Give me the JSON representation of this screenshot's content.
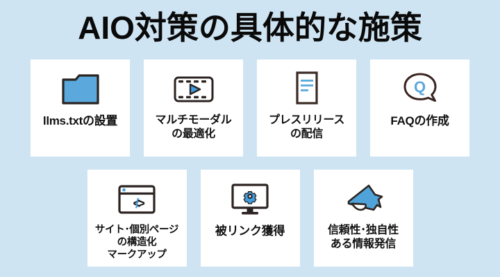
{
  "slide": {
    "title": "AIO対策の具体的な施策",
    "background_color": "#cfe4f2",
    "card_color": "#ffffff",
    "accent_color": "#5aa8dc",
    "outline_color": "#2b2320"
  },
  "rows": [
    {
      "cards": [
        {
          "icon": "folder-icon",
          "label": "llms.txtの設置"
        },
        {
          "icon": "film-play-icon",
          "label": "マルチモーダル\nの最適化"
        },
        {
          "icon": "document-lines-icon",
          "label": "プレスリリース\nの配信"
        },
        {
          "icon": "speech-bubble-q-icon",
          "label": "FAQの作成"
        }
      ]
    },
    {
      "cards": [
        {
          "icon": "browser-code-icon",
          "label": "サイト･個別ページ\nの構造化\nマークアップ"
        },
        {
          "icon": "monitor-gear-icon",
          "label": "被リンク獲得"
        },
        {
          "icon": "megaphone-icon",
          "label": "信頼性･独自性\nある情報発信"
        }
      ]
    }
  ]
}
